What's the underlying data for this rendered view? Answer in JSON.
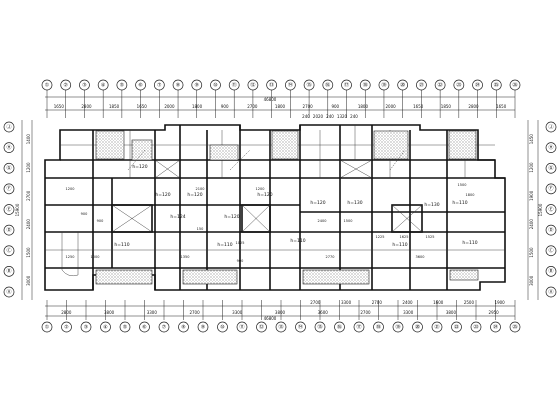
{
  "plan": {
    "total_dimension": "46800",
    "top_axes": [
      "①",
      "②",
      "③",
      "④",
      "⑤",
      "⑥",
      "⑦",
      "⑧",
      "⑨",
      "⑩",
      "⑪",
      "⑫",
      "⑬",
      "⑭",
      "⑮",
      "⑯",
      "⑰",
      "⑱",
      "⑲",
      "⑳",
      "㉑",
      "㉒",
      "㉓",
      "㉔",
      "㉕",
      "㉖"
    ],
    "bottom_axes": [
      "①",
      "②",
      "③",
      "④",
      "⑤",
      "⑥",
      "⑦",
      "⑧",
      "⑨",
      "⑩",
      "⑪",
      "⑫",
      "⑬",
      "⑭",
      "⑮",
      "⑯",
      "⑰",
      "⑱",
      "⑲",
      "⑳",
      "㉑",
      "㉒",
      "㉓",
      "㉔",
      "㉕"
    ],
    "left_axes": [
      "Ⓐ",
      "Ⓑ",
      "Ⓒ",
      "Ⓓ",
      "Ⓔ",
      "Ⓕ",
      "Ⓖ",
      "Ⓗ",
      "Ⓙ"
    ],
    "right_axes": [
      "Ⓐ",
      "Ⓑ",
      "Ⓒ",
      "Ⓓ",
      "Ⓔ",
      "Ⓕ",
      "Ⓖ",
      "Ⓗ",
      "Ⓙ"
    ],
    "top_dims": [
      "1650",
      "2800",
      "1850",
      "1650",
      "2000",
      "1800",
      "900",
      "2700",
      "1800",
      "2700",
      "900",
      "1800",
      "2000",
      "1650",
      "1850",
      "2800",
      "1650"
    ],
    "top_inner_dims": [
      "240",
      "2020",
      "240",
      "1320",
      "240"
    ],
    "bottom_dims": [
      "2800",
      "3800",
      "3300",
      "2700",
      "3300",
      "3800",
      "3600",
      "2700",
      "3300",
      "3800",
      "2950"
    ],
    "bottom_inner_dims": [
      "2700",
      "3300",
      "2700",
      "2400",
      "1600",
      "2500",
      "1900"
    ],
    "left_dims": [
      "1400",
      "1200",
      "2700",
      "2400",
      "1500",
      "3000"
    ],
    "left_total": "15900",
    "right_dims": [
      "1450",
      "1200",
      "1900",
      "2400",
      "1500",
      "3000"
    ],
    "right_total": "15900",
    "slab_labels": [
      "h=120",
      "h=120",
      "h=120",
      "h=124",
      "h=120",
      "h=120",
      "h=130",
      "h=130",
      "h=110",
      "h=110",
      "h=110",
      "h=110",
      "h=110",
      "h=110",
      "h=120"
    ],
    "small_numbers": [
      "1200",
      "900",
      "900",
      "1225",
      "1625",
      "1525",
      "2400",
      "1500",
      "1250",
      "1000",
      "2100",
      "1200",
      "1025",
      "3600",
      "2770",
      "1500",
      "1800",
      "150",
      "1350",
      "900"
    ]
  }
}
